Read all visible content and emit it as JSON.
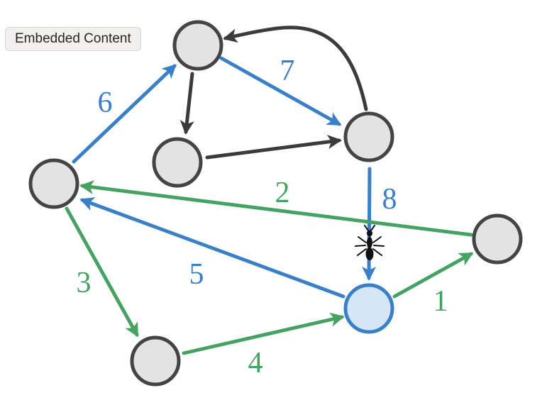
{
  "badge": {
    "label": "Embedded Content"
  },
  "colors": {
    "blue": "#3a80c7",
    "green": "#46a262",
    "dark": "#3b3b3b",
    "node_fill": "#e3e3e3",
    "node_stroke": "#444444",
    "current_fill": "#d6e6f7",
    "current_stroke": "#3a80c7"
  },
  "icons": {
    "agent": "ant-icon"
  },
  "graph": {
    "nodes": [
      "top",
      "middle-left",
      "upper-right",
      "left",
      "far-right",
      "current",
      "bottom-left"
    ],
    "current_node": "current",
    "edges": [
      {
        "from": "current",
        "to": "far-right",
        "label": "1",
        "color": "green"
      },
      {
        "from": "far-right",
        "to": "left",
        "label": "2",
        "color": "green"
      },
      {
        "from": "left",
        "to": "bottom-left",
        "label": "3",
        "color": "green"
      },
      {
        "from": "bottom-left",
        "to": "current",
        "label": "4",
        "color": "green"
      },
      {
        "from": "current",
        "to": "left",
        "label": "5",
        "color": "blue"
      },
      {
        "from": "left",
        "to": "top",
        "label": "6",
        "color": "blue"
      },
      {
        "from": "top",
        "to": "upper-right",
        "label": "7",
        "color": "blue"
      },
      {
        "from": "upper-right",
        "to": "current",
        "label": "8",
        "color": "blue"
      },
      {
        "from": "top",
        "to": "middle-left",
        "label": "",
        "color": "dark"
      },
      {
        "from": "middle-left",
        "to": "upper-right",
        "label": "",
        "color": "dark"
      },
      {
        "from": "upper-right",
        "to": "top",
        "label": "",
        "color": "dark"
      }
    ]
  }
}
